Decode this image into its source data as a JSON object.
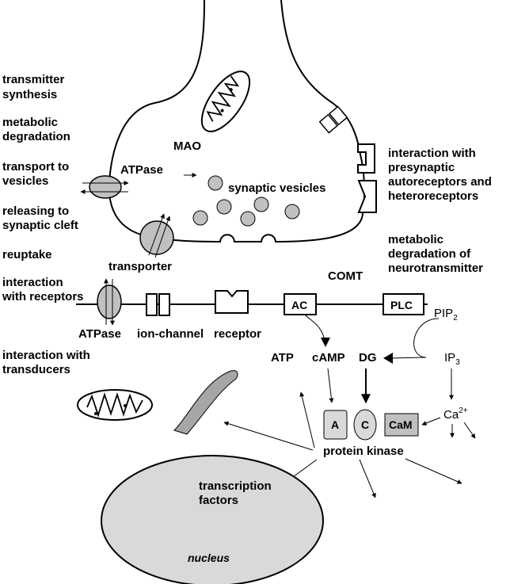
{
  "left_column": [
    [
      "transmitter",
      "synthesis"
    ],
    [
      "metabolic",
      "degradation"
    ],
    [
      "transport to",
      "vesicles"
    ],
    [
      "releasing to",
      "synaptic cleft"
    ],
    [
      "reuptake"
    ],
    [
      "interaction",
      "with receptors"
    ],
    [
      "interaction with",
      "transducers"
    ]
  ],
  "right_column": [
    [
      "interaction with",
      "presynaptic",
      "autoreceptors and",
      "heteroreceptors"
    ],
    [
      "metabolic",
      "degradation of",
      "neurotransmitter"
    ]
  ],
  "labels": {
    "mao": "MAO",
    "atpase_top": "ATPase",
    "synaptic_vesicles": "synaptic vesicles",
    "transporter": "transporter",
    "comt": "COMT",
    "atpase_bottom": "ATPase",
    "ion_channel": "ion-channel",
    "receptor": "receptor",
    "ac": "AC",
    "plc": "PLC",
    "pip": "PIP",
    "pip_sub": "2",
    "atp": "ATP",
    "camp": "cAMP",
    "dg": "DG",
    "ip": "IP",
    "ip_sub": "3",
    "ca": "Ca",
    "ca_sup": "2+",
    "kinase_a": "A",
    "kinase_c": "C",
    "cam": "CaM",
    "protein_kinase": "protein kinase",
    "transcription_1": "transcription",
    "transcription_2": "factors",
    "nucleus": "nucleus"
  },
  "colors": {
    "gray_fill": "#c0c0c0",
    "light_fill": "#d9d9d9",
    "line": "#000000"
  }
}
